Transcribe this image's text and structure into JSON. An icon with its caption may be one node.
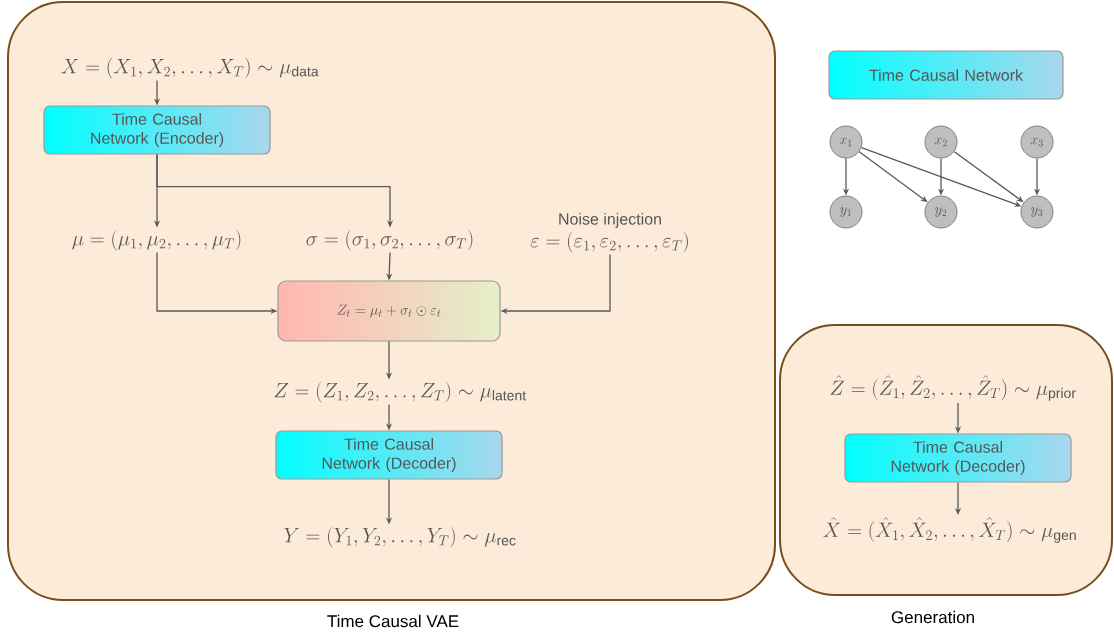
{
  "diagram": {
    "nodes": [
      {
        "text": [
          "Time Causal VAE"
        ]
      },
      {
        "text": [
          "X = (X_1, X_2, \\dots, X_T) \\sim \\mu_{\\mathrm{data}}"
        ],
        "in": 0
      },
      {
        "text": [
          "Time Causal Network (Encoder)"
        ],
        "in": 0
      },
      {
        "text": [
          "\\mu = (\\mu_1, \\mu_2, \\dots, \\mu_T)"
        ],
        "in": 0
      },
      {
        "text": [
          "\\sigma = (\\sigma_1, \\sigma_2, \\dots, \\sigma_T)"
        ],
        "in": 0
      },
      {
        "text": [
          "\\varepsilon = (\\varepsilon_1, \\varepsilon_2, \\dots, \\varepsilon_T)"
        ],
        "beside": [
          "Noise injection"
        ],
        "in": 0
      },
      {
        "text": [
          "Z_t = \\mu_t + \\sigma_t \\odot \\varepsilon_t"
        ],
        "in": 0
      },
      {
        "text": [
          "Z = (Z_1, Z_2, \\dots, Z_T) \\sim \\mu_{\\mathrm{latent}}"
        ],
        "in": 0
      },
      {
        "text": [
          "Time Causal Network (Decoder)"
        ],
        "in": 0
      },
      {
        "text": [
          "Y = (Y_1, Y_2, \\dots, Y_T) \\sim \\mu_{\\mathrm{rec}}"
        ],
        "in": 0
      },
      {
        "text": [
          "Time Causal Network"
        ]
      },
      {
        "text": [
          "x_1"
        ]
      },
      {
        "text": [
          "x_2"
        ]
      },
      {
        "text": [
          "x_3"
        ]
      },
      {
        "text": [
          "y_1"
        ]
      },
      {
        "text": [
          "y_2"
        ]
      },
      {
        "text": [
          "y_3"
        ]
      },
      {
        "text": [
          "Generation"
        ]
      },
      {
        "text": [
          "\\hat{Z} = (\\hat{Z}_1, \\hat{Z}_2, \\dots, \\hat{Z}_T) \\sim \\mu_{\\mathrm{prior}}"
        ],
        "in": 17
      },
      {
        "text": [
          "Time Causal Network (Decoder)"
        ],
        "in": 17
      },
      {
        "text": [
          "\\hat{X} = (\\hat{X}_1, \\hat{X}_2, \\dots, \\hat{X}_T) \\sim \\mu_{\\mathrm{gen}}"
        ],
        "in": 17
      }
    ],
    "edges": [
      {
        "from": 1,
        "to": 2,
        "arrow": "to"
      },
      {
        "from": 2,
        "to": 3,
        "arrow": "to"
      },
      {
        "from": 2,
        "to": 4,
        "arrow": "to"
      },
      {
        "from": 3,
        "to": 6,
        "arrow": "to"
      },
      {
        "from": 4,
        "to": 6,
        "arrow": "to"
      },
      {
        "from": 5,
        "to": 6,
        "arrow": "to"
      },
      {
        "from": 6,
        "to": 7,
        "arrow": "to"
      },
      {
        "from": 7,
        "to": 8,
        "arrow": "to"
      },
      {
        "from": 8,
        "to": 9,
        "arrow": "to"
      },
      {
        "from": 11,
        "to": 14,
        "arrow": "to"
      },
      {
        "from": 11,
        "to": 15,
        "arrow": "to"
      },
      {
        "from": 11,
        "to": 16,
        "arrow": "to"
      },
      {
        "from": 12,
        "to": 15,
        "arrow": "to"
      },
      {
        "from": 12,
        "to": 16,
        "arrow": "to"
      },
      {
        "from": 13,
        "to": 16,
        "arrow": "to"
      },
      {
        "from": 18,
        "to": 19,
        "arrow": "to"
      },
      {
        "from": 19,
        "to": 20,
        "arrow": "to"
      }
    ]
  }
}
